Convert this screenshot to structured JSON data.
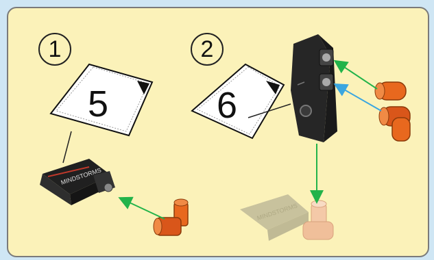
{
  "steps": [
    {
      "number": "1",
      "quantity_card": "5"
    },
    {
      "number": "2",
      "quantity_card": "6"
    }
  ],
  "colors": {
    "background": "#cfe6f4",
    "panel": "#fbf2b9",
    "orange_part": "#e8681e",
    "dark_part": "#2a2a2a",
    "green_arrow": "#22b34a",
    "blue_arrow": "#3aa6e0"
  },
  "icons": [
    "flag-card-icon",
    "battery-box-icon",
    "axle-connector-icon",
    "hub-part-icon",
    "arrow-icon"
  ]
}
